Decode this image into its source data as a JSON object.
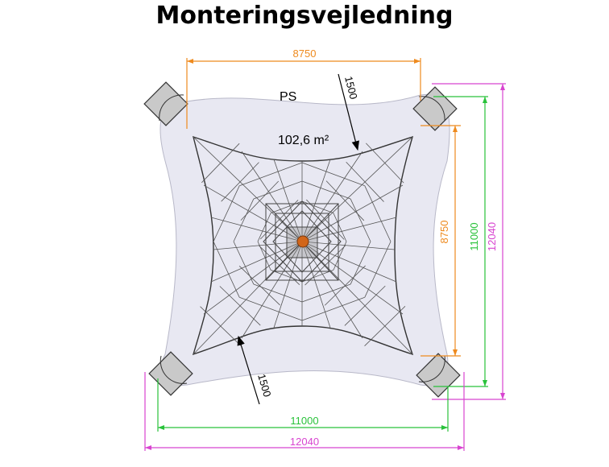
{
  "title": "Monteringsvejledning",
  "labels": {
    "safety_zone": "PS",
    "area": "102,6 m²"
  },
  "dimensions": {
    "top_width": "8750",
    "right_height": "8750",
    "inner_height": "11000",
    "outer_height": "12040",
    "inner_width": "11000",
    "outer_width": "12040",
    "clearance_top": "1500",
    "clearance_bottom": "1500"
  },
  "colors": {
    "orange": "#ee8a1e",
    "green": "#29c23a",
    "magenta": "#d844d0",
    "zone_fill": "#e8e8f2",
    "net": "#333333",
    "post_fill": "#c9c9c9",
    "center_ball": "#d2661a"
  }
}
